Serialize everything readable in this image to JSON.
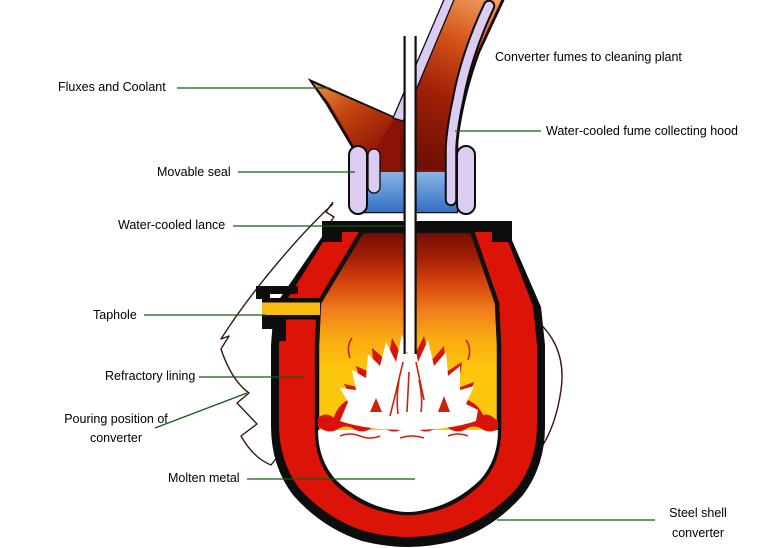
{
  "diagram": {
    "labels": {
      "fluxes_coolant": "Fluxes and Coolant",
      "converter_fumes": "Converter fumes to cleaning plant",
      "fume_hood": "Water-cooled fume collecting hood",
      "movable_seal": "Movable seal",
      "water_cooled_lance": "Water-cooled lance",
      "taphole": "Taphole",
      "refractory_lining": "Refractory lining",
      "pouring_position_line1": "Pouring position of",
      "pouring_position_line2": "converter",
      "molten_metal": "Molten metal",
      "steel_shell_line1": "Steel shell",
      "steel_shell_line2": "converter"
    },
    "colors": {
      "leader_line_green": "#165a16",
      "vessel_red": "#dc1408",
      "interior_yellow": "#fdc70d",
      "flame_white": "#ffffff",
      "water_seal_blue": "#3f7fd0",
      "water_cooling_lavender": "#dcccf2",
      "hood_dark_red": "#8b1206",
      "outline_black": "#0d0d0d",
      "text_black": "#000000",
      "background": "#ffffff"
    }
  }
}
